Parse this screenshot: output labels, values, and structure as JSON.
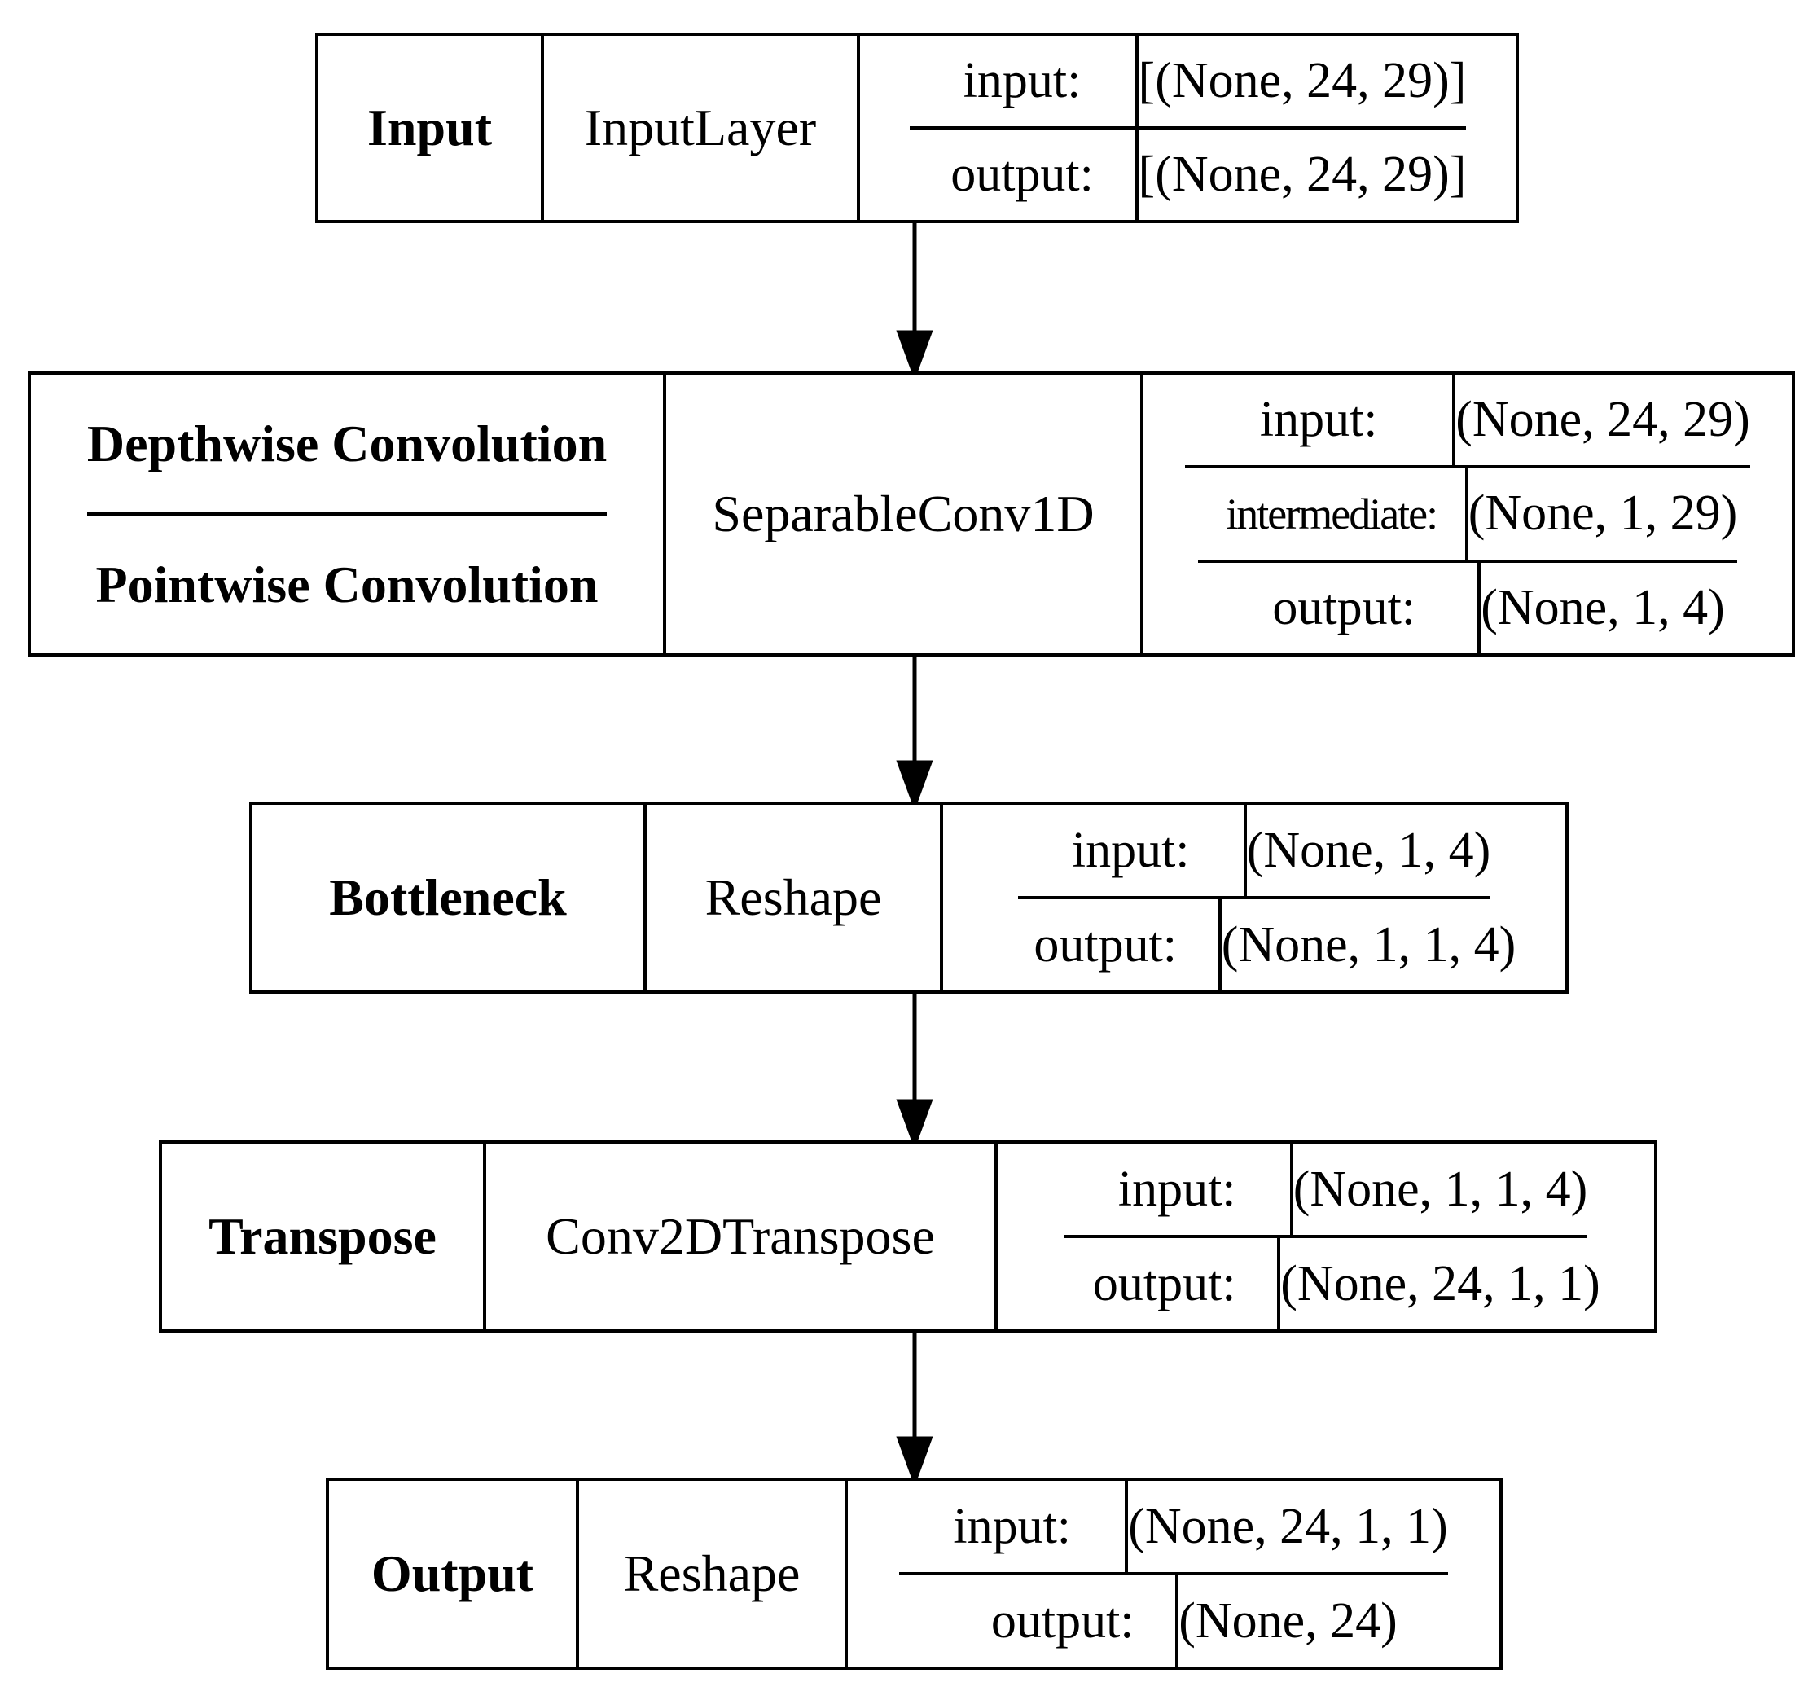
{
  "layers": {
    "input": {
      "name": "Input",
      "type": "InputLayer",
      "input_label": "input:",
      "input_value": "[(None, 24, 29)]",
      "output_label": "output:",
      "output_value": "[(None, 24, 29)]"
    },
    "sepconv": {
      "name_top": "Depthwise Convolution",
      "name_bottom": "Pointwise Convolution",
      "type": "SeparableConv1D",
      "input_label": "input:",
      "input_value": "(None, 24, 29)",
      "intermediate_label": "intermediate:",
      "intermediate_value": "(None, 1, 29)",
      "output_label": "output:",
      "output_value": "(None, 1, 4)"
    },
    "bottleneck": {
      "name": "Bottleneck",
      "type": "Reshape",
      "input_label": "input:",
      "input_value": "(None, 1, 4)",
      "output_label": "output:",
      "output_value": "(None, 1, 1, 4)"
    },
    "transpose": {
      "name": "Transpose",
      "type": "Conv2DTranspose",
      "input_label": "input:",
      "input_value": "(None, 1, 1, 4)",
      "output_label": "output:",
      "output_value": "(None, 24, 1, 1)"
    },
    "output": {
      "name": "Output",
      "type": "Reshape",
      "input_label": "input:",
      "input_value": "(None, 24, 1, 1)",
      "output_label": "output:",
      "output_value": "(None, 24)"
    }
  }
}
